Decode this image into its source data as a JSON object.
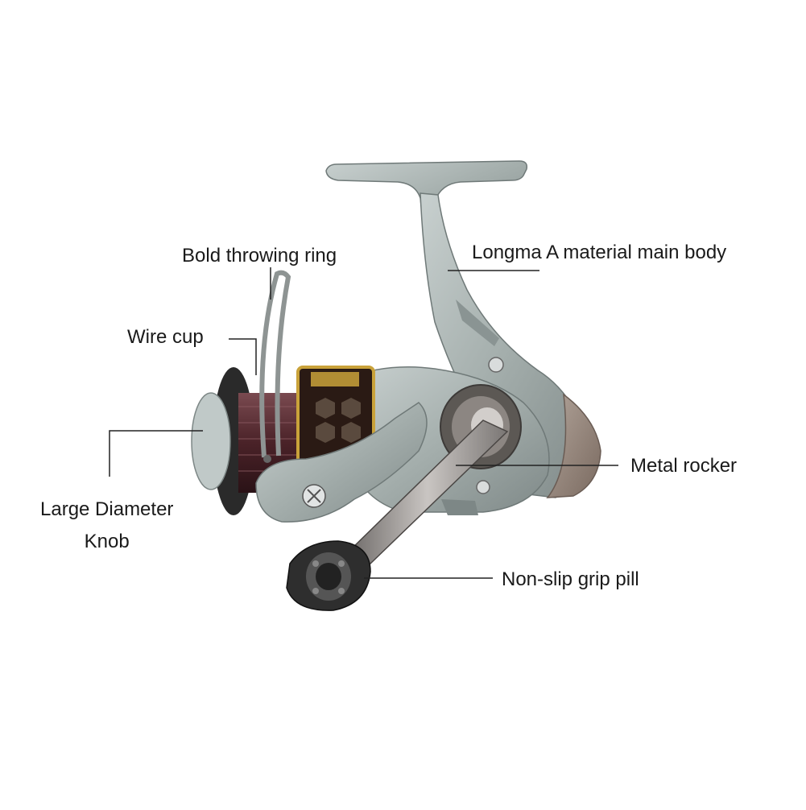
{
  "labels": {
    "throwing_ring": "Bold throwing ring",
    "main_body": "Longma A material main body",
    "wire_cup": "Wire cup",
    "metal_rocker": "Metal rocker",
    "knob_line1": "Large Diameter",
    "knob_line2": "Knob",
    "grip": "Non-slip grip pill"
  },
  "colors": {
    "frame": "#a9b3b2",
    "frame_dark": "#7d8786",
    "spool_line": "#5a2f35",
    "gold": "#c9a23a",
    "knob": "#3a3a3a"
  }
}
